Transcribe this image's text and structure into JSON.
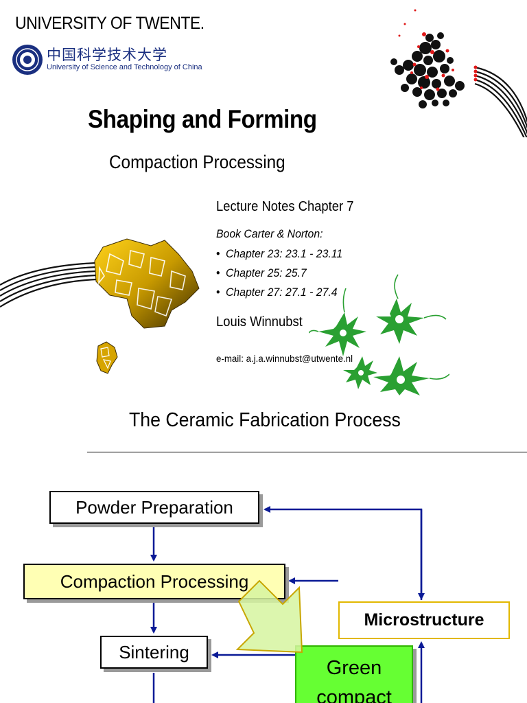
{
  "slide1": {
    "university": "UNIVERSITY OF TWENTE.",
    "ustc_chinese": "中国科学技术大学",
    "ustc_english": "University of Science and Technology of China",
    "title": "Shaping and Forming",
    "subtitle": "Compaction Processing",
    "lecture": "Lecture Notes Chapter 7",
    "book": "Book Carter & Norton:",
    "chapters": [
      "Chapter 23: 23.1 - 23.11",
      "Chapter 25: 25.7",
      "Chapter 27: 27.1 - 27.4"
    ],
    "author": "Louis Winnubst",
    "email": "e-mail: a.j.a.winnubst@utwente.nl"
  },
  "slide2": {
    "title": "The Ceramic Fabrication Process",
    "boxes": {
      "powder": "Powder Preparation",
      "compaction": "Compaction Processing",
      "sintering": "Sintering",
      "microstructure": "Microstructure",
      "green_line1": "Green",
      "green_line2": "compact"
    }
  },
  "colors": {
    "flow_arrow": "#0a1a96",
    "compaction_fill": "#ffffb4",
    "green_fill": "#66ff33",
    "micro_border": "#e2b800",
    "big_arrow_fill": "#d6f5a0",
    "ustc_blue": "#1a2f80"
  },
  "icons": [
    "ustc-seal-icon",
    "particle-cluster-icon",
    "gold-grain-icon",
    "green-star-icon",
    "swoosh-lines-icon"
  ]
}
